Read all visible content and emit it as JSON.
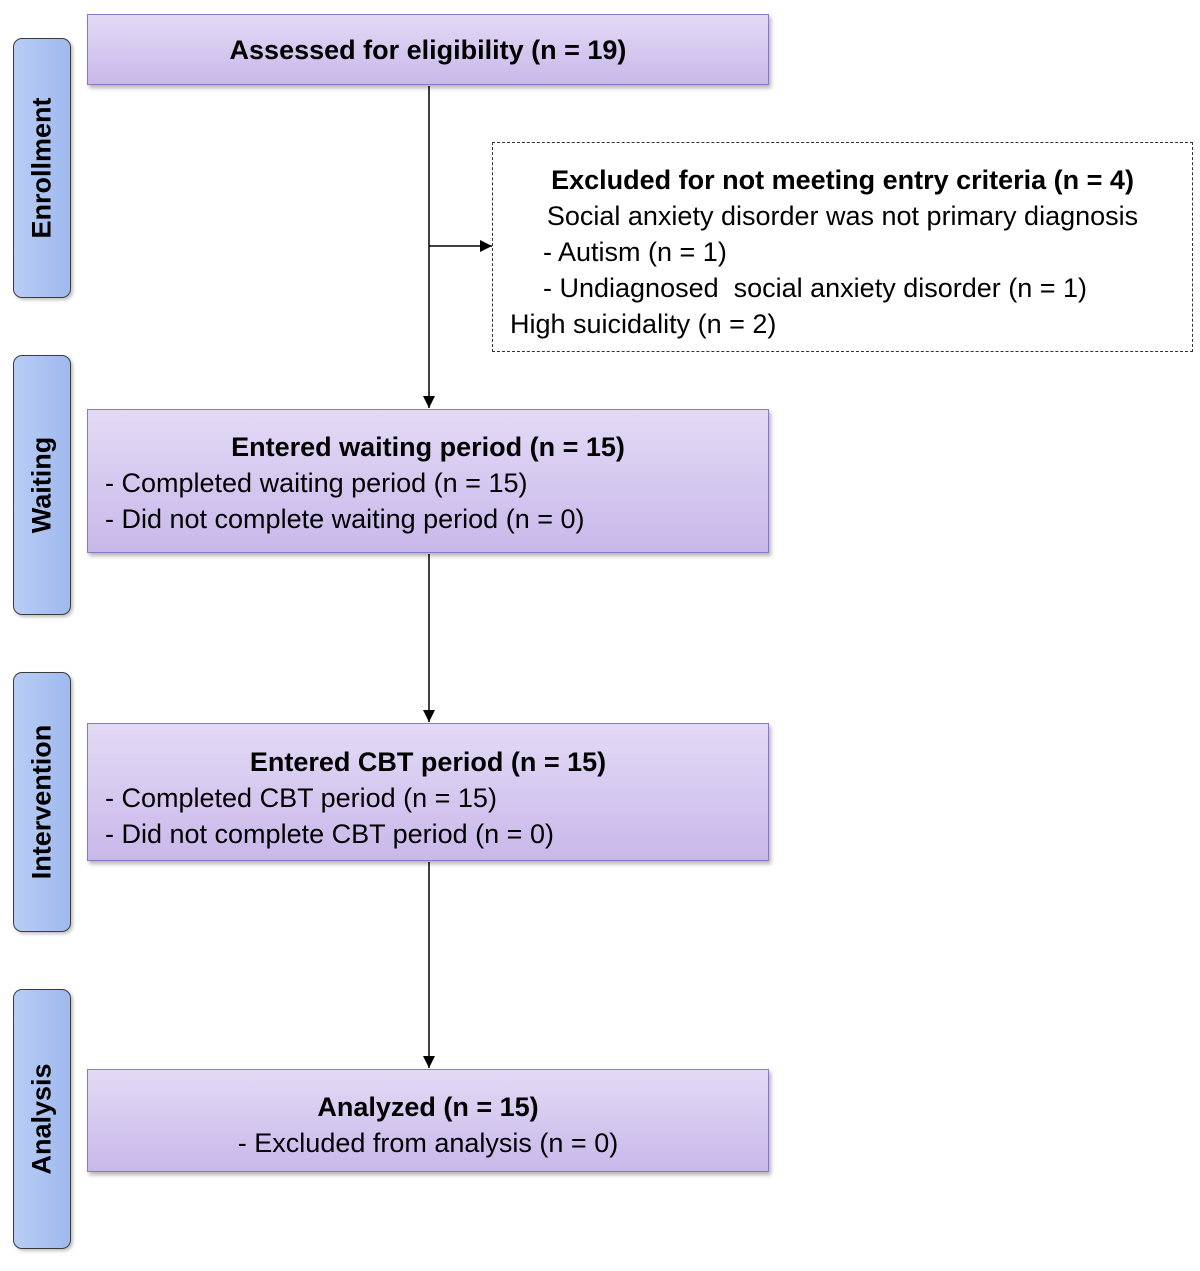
{
  "phases": [
    {
      "label": "Enrollment"
    },
    {
      "label": "Waiting"
    },
    {
      "label": "Intervention"
    },
    {
      "label": "Analysis"
    }
  ],
  "assessed": {
    "title": "Assessed for eligibility (n = 19)"
  },
  "excluded": {
    "title": "Excluded for not meeting entry criteria (n = 4)",
    "reason": "Social anxiety disorder was not primary diagnosis",
    "items": [
      "- Autism (n = 1)",
      "- Undiagnosed  social anxiety disorder (n = 1)"
    ],
    "other": "High suicidality (n = 2)"
  },
  "waiting": {
    "title": "Entered waiting period (n = 15)",
    "lines": [
      "- Completed waiting period (n = 15)",
      "- Did not complete waiting period (n = 0)"
    ]
  },
  "cbt": {
    "title": "Entered CBT period (n = 15)",
    "lines": [
      "- Completed CBT period (n = 15)",
      "- Did not complete CBT period (n = 0)"
    ]
  },
  "analyzed": {
    "title": "Analyzed (n = 15)",
    "lines": [
      "- Excluded from analysis (n = 0)"
    ]
  }
}
